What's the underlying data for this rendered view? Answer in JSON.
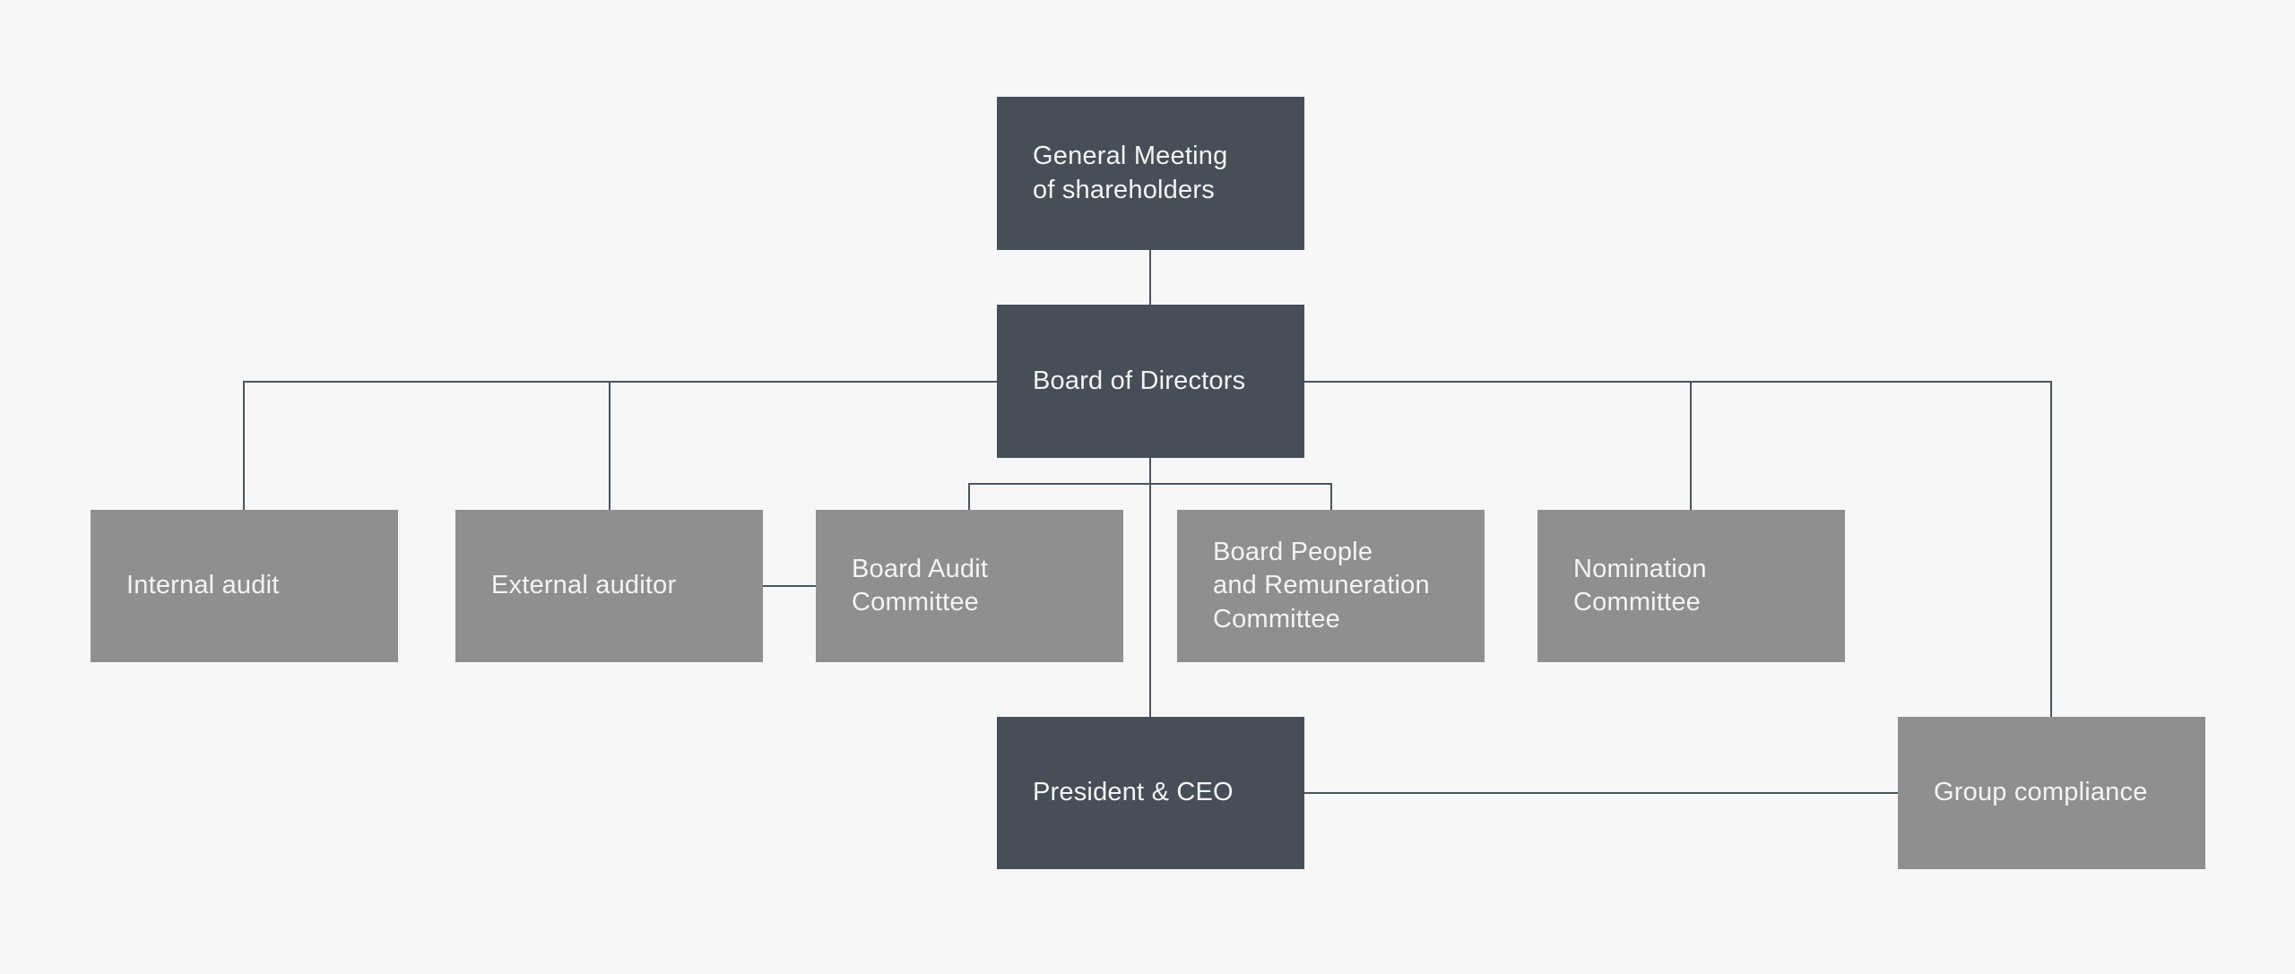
{
  "chart_title": "",
  "colors": {
    "background": "#f7f7f8",
    "primary_box": "#474e58",
    "secondary_box": "#8f8f8f",
    "connector": "#4c545d",
    "text": "#f4f4f4"
  },
  "nodes": {
    "general_meeting": {
      "label": "General Meeting\nof shareholders",
      "level": "primary"
    },
    "board_of_directors": {
      "label": "Board of Directors",
      "level": "primary"
    },
    "internal_audit": {
      "label": "Internal audit",
      "level": "secondary"
    },
    "external_auditor": {
      "label": "External auditor",
      "level": "secondary"
    },
    "board_audit_committee": {
      "label": "Board Audit\nCommittee",
      "level": "secondary"
    },
    "board_people_remuneration": {
      "label": "Board People\nand Remuneration\nCommittee",
      "level": "secondary"
    },
    "nomination_committee": {
      "label": "Nomination\nCommittee",
      "level": "secondary"
    },
    "president_ceo": {
      "label": "President & CEO",
      "level": "primary"
    },
    "group_compliance": {
      "label": "Group compliance",
      "level": "secondary"
    }
  },
  "edges": [
    {
      "from": "general_meeting",
      "to": "board_of_directors"
    },
    {
      "from": "board_of_directors",
      "to": "internal_audit"
    },
    {
      "from": "board_of_directors",
      "to": "external_auditor"
    },
    {
      "from": "board_of_directors",
      "to": "board_audit_committee"
    },
    {
      "from": "board_of_directors",
      "to": "board_people_remuneration"
    },
    {
      "from": "board_of_directors",
      "to": "nomination_committee"
    },
    {
      "from": "board_of_directors",
      "to": "group_compliance"
    },
    {
      "from": "board_of_directors",
      "to": "president_ceo"
    },
    {
      "from": "external_auditor",
      "to": "board_audit_committee",
      "style": "lateral"
    },
    {
      "from": "president_ceo",
      "to": "group_compliance",
      "style": "lateral"
    }
  ]
}
